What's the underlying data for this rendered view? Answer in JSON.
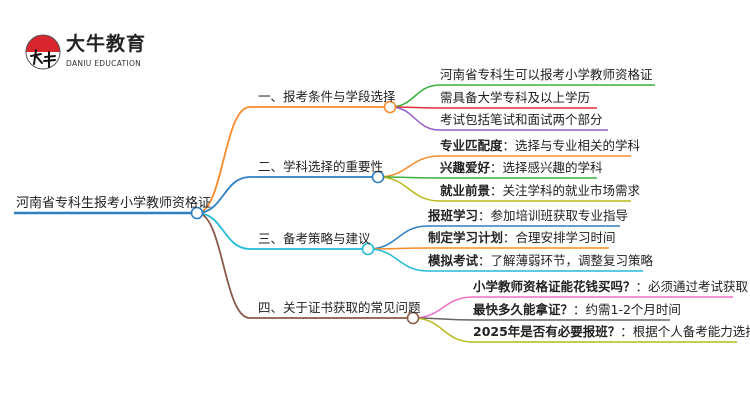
{
  "logo": {
    "mark_text": "大牛",
    "brand": "大牛教育",
    "sub": "DANIU EDUCATION"
  },
  "root": {
    "label": "河南省专科生报考小学教师资格证",
    "color": "#2f7fc1"
  },
  "branches": [
    {
      "label": "一、报考条件与学段选择",
      "color": "#f98a2a",
      "leaves": [
        {
          "bold": "",
          "text": "河南省专科生可以报考小学教师资格证",
          "color": "#3ab03e"
        },
        {
          "bold": "",
          "text": "需具备大学专科及以上学历",
          "color": "#e0303a"
        },
        {
          "bold": "",
          "text": "考试包括笔试和面试两个部分",
          "color": "#9a5cc6"
        }
      ]
    },
    {
      "label": "二、学科选择的重要性",
      "color": "#2f7fc1",
      "leaves": [
        {
          "bold": "专业匹配度",
          "text": "：选择与专业相关的学科",
          "color": "#f98a2a"
        },
        {
          "bold": "兴趣爱好",
          "text": "：选择感兴趣的学科",
          "color": "#3ab03e"
        },
        {
          "bold": "就业前景",
          "text": "：关注学科的就业市场需求",
          "color": "#b8b818"
        }
      ]
    },
    {
      "label": "三、备考策略与建议",
      "color": "#22bcd6",
      "leaves": [
        {
          "bold": "报班学习",
          "text": "：参加培训班获取专业指导",
          "color": "#2f7fc1"
        },
        {
          "bold": "制定学习计划",
          "text": "：合理安排学习时间",
          "color": "#f98a2a"
        },
        {
          "bold": "模拟考试",
          "text": "：了解薄弱环节，调整复习策略",
          "color": "#22bcd6"
        }
      ]
    },
    {
      "label": "四、关于证书获取的常见问题",
      "color": "#8b5a4a",
      "leaves": [
        {
          "bold": "小学教师资格证能花钱买吗？",
          "text": "：必须通过考试获取",
          "color": "#f06ec8"
        },
        {
          "bold": "最快多久能拿证？",
          "text": "：约需1-2个月时间",
          "color": "#666666"
        },
        {
          "bold": "2025年是否有必要报班？",
          "text": "：根据个人备考能力选择",
          "color": "#b8b818"
        }
      ]
    }
  ]
}
